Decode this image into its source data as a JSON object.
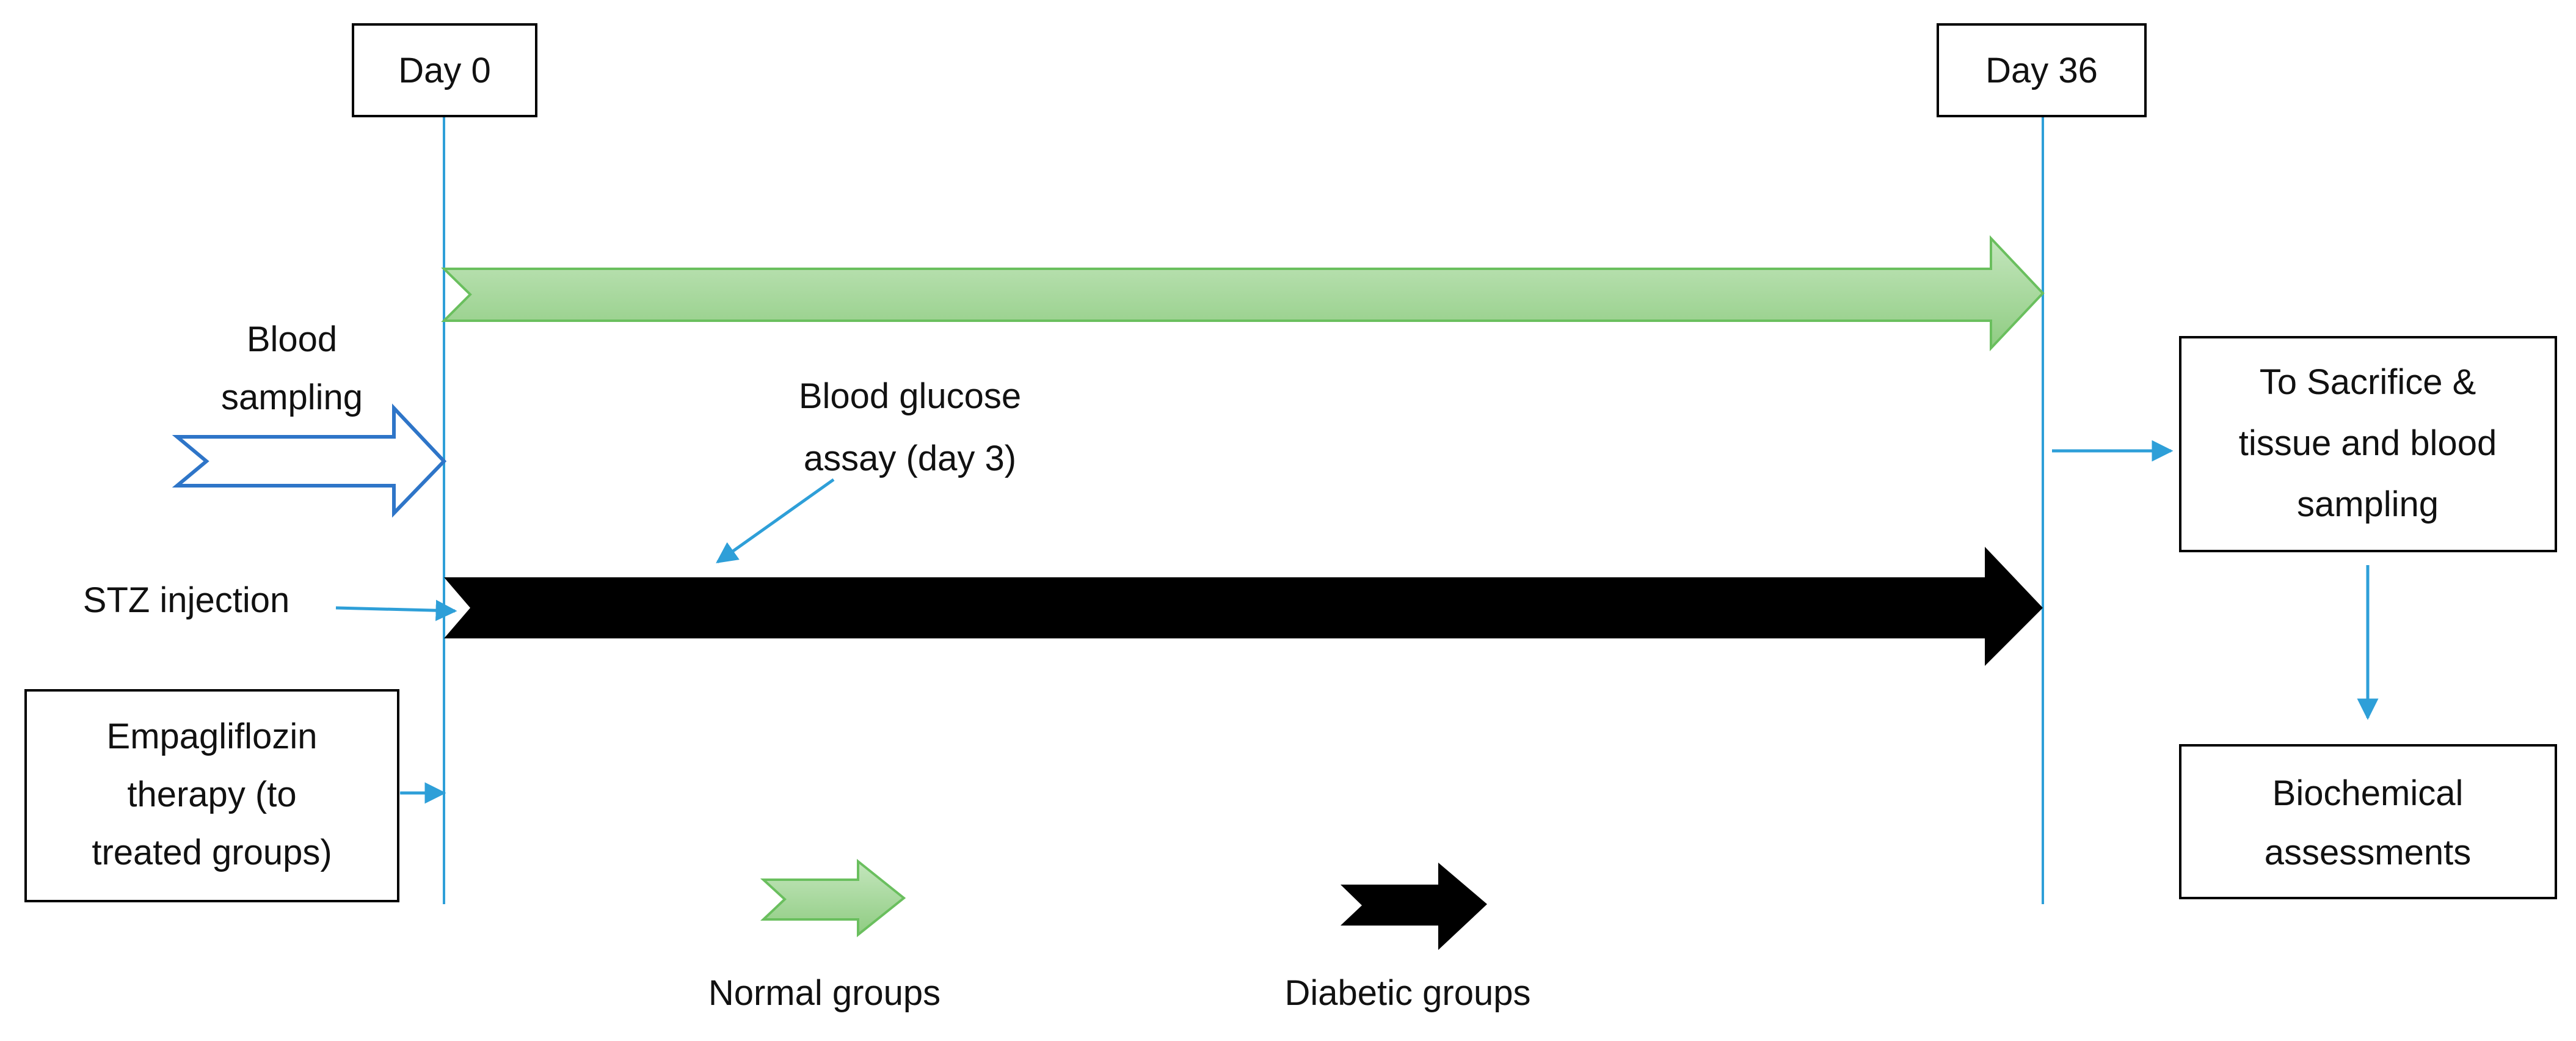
{
  "timeline": {
    "start_label": "Day 0",
    "end_label": "Day 36"
  },
  "left_events": {
    "blood_sampling": [
      "Blood",
      "sampling"
    ],
    "stz_injection": "STZ injection",
    "empagliflozin": [
      "Empagliflozin",
      "therapy (to",
      "treated groups)"
    ]
  },
  "middle_events": {
    "glucose_assay": [
      "Blood glucose",
      "assay (day 3)"
    ]
  },
  "right_events": {
    "sacrifice": [
      "To Sacrifice &",
      "tissue and blood",
      "sampling"
    ],
    "biochemical": [
      "Biochemical",
      "assessments"
    ]
  },
  "legend": {
    "normal": "Normal groups",
    "diabetic": "Diabetic groups"
  },
  "colors": {
    "timeline_line": "#2e9fd8",
    "normal_fill": "#a9d8a0",
    "normal_stroke": "#6abf5e",
    "diabetic_fill": "#000000",
    "blood_arrow_stroke": "#2e75c8",
    "box_stroke": "#000000"
  }
}
